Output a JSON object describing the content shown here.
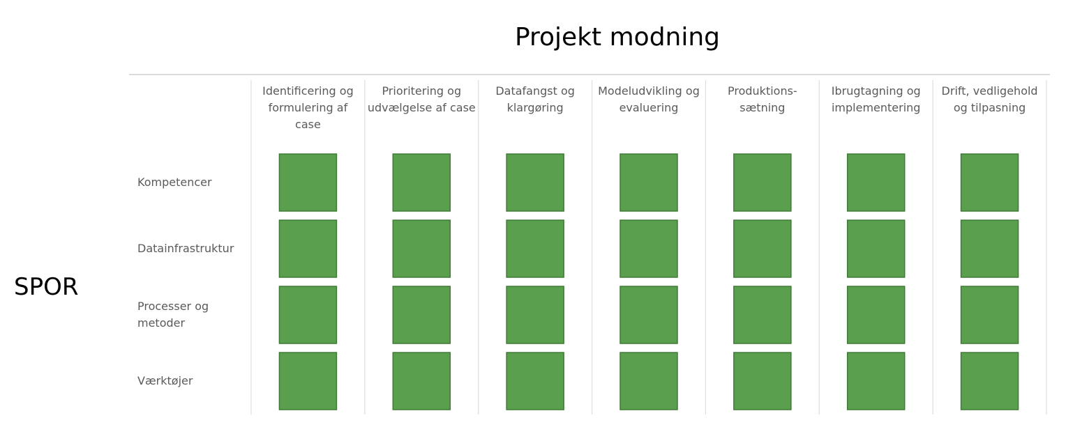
{
  "chart_data": {
    "type": "heatmap",
    "title": "Projekt modning",
    "ylabel": "SPOR",
    "columns": [
      [
        "Identificering og",
        "formulering af",
        "case"
      ],
      [
        "Prioritering og",
        "udvælgelse af case"
      ],
      [
        "Datafangst og",
        "klargøring"
      ],
      [
        "Modeludvikling og",
        "evaluering"
      ],
      [
        "Produktions-",
        "sætning"
      ],
      [
        "Ibrugtagning og",
        "implementering"
      ],
      [
        "Drift, vedligehold",
        "og tilpasning"
      ]
    ],
    "rows": [
      [
        "Kompetencer"
      ],
      [
        "Datainfrastruktur"
      ],
      [
        "Processer og",
        "metoder"
      ],
      [
        "Værktøjer"
      ]
    ],
    "cells": [
      [
        "#5a9f4e",
        "#5a9f4e",
        "#5a9f4e",
        "#5a9f4e",
        "#5a9f4e",
        "#5a9f4e",
        "#5a9f4e"
      ],
      [
        "#5a9f4e",
        "#5a9f4e",
        "#5a9f4e",
        "#5a9f4e",
        "#5a9f4e",
        "#5a9f4e",
        "#5a9f4e"
      ],
      [
        "#5a9f4e",
        "#5a9f4e",
        "#5a9f4e",
        "#5a9f4e",
        "#5a9f4e",
        "#5a9f4e",
        "#5a9f4e"
      ],
      [
        "#5a9f4e",
        "#5a9f4e",
        "#5a9f4e",
        "#5a9f4e",
        "#5a9f4e",
        "#5a9f4e",
        "#5a9f4e"
      ]
    ],
    "legend": "none",
    "grid": true
  },
  "colors": {
    "cell_fill": "#5a9f4e",
    "cell_stroke": "#3f7a36",
    "divider": "#dedede",
    "header_text": "#5a5a5a"
  }
}
